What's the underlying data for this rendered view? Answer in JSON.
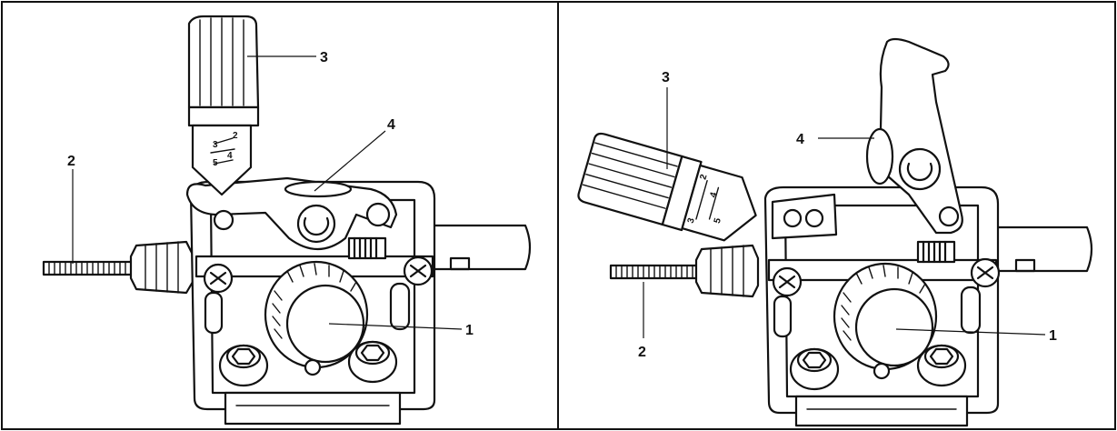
{
  "panels": [
    {
      "id": "left",
      "callouts": [
        {
          "id": "c1",
          "text": "1"
        },
        {
          "id": "c2",
          "text": "2"
        },
        {
          "id": "c3",
          "text": "3"
        },
        {
          "id": "c4",
          "text": "4"
        }
      ],
      "scale_marks": [
        "2",
        "3",
        "4",
        "5"
      ]
    },
    {
      "id": "right",
      "callouts": [
        {
          "id": "c1",
          "text": "1"
        },
        {
          "id": "c2",
          "text": "2"
        },
        {
          "id": "c3",
          "text": "3"
        },
        {
          "id": "c4",
          "text": "4"
        }
      ],
      "scale_marks": [
        "2",
        "3",
        "4",
        "5"
      ]
    }
  ],
  "colors": {
    "ink": "#111111",
    "background": "#ffffff"
  }
}
